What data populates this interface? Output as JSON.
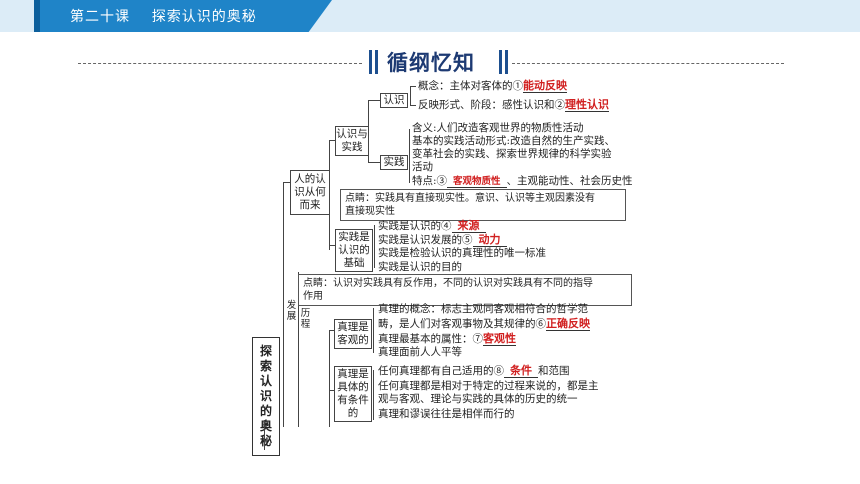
{
  "header": {
    "title": "第二十课    探索认识的奥秘"
  },
  "banner": {
    "title": "循纲忆知"
  },
  "root": "探索认识的奥秘",
  "branch_top": {
    "label": "人的认识从何而来",
    "practice_cognition": {
      "label": "认识与实践",
      "cognition": {
        "label": "认识",
        "concept_prefix": "概念：主体对客体的①",
        "concept_answer": "能动反映",
        "forms_prefix": "反映形式、阶段：感性认识和②",
        "forms_answer": "理性认识"
      },
      "practice": {
        "label": "实践",
        "meaning": "含义:人们改造客观世界的物质性活动",
        "forms_line1": "基本的实践活动形式:改造自然的生产实践、",
        "forms_line2": "变革社会的实践、探索世界规律的科学实验",
        "forms_line3": "活动",
        "features_prefix": "特点:③",
        "features_answer": "客观物质性",
        "features_suffix": "、主观能动性、社会历史性"
      }
    },
    "note1_line1": "点睛：实践具有直接现实性。意识、认识等主观因素没有",
    "note1_line2": "直接现实性",
    "basis": {
      "label": "实践是认识的基础",
      "item1_prefix": "实践是认识的④",
      "item1_answer": "来源",
      "item2_prefix": "实践是认识发展的⑤",
      "item2_answer": "动力",
      "item3": "实践是检验认识的真理性的唯一标准",
      "item4": "实践是认识的目的"
    },
    "note2_line1": "点睛：认识对实践具有反作用，不同的认识对实践具有不同的指导",
    "note2_line2": "作用"
  },
  "side_labels": {
    "develop": "发展",
    "process": "历程"
  },
  "truth": {
    "objective": {
      "label": "真理是客观的",
      "concept_line1": "真理的概念：标志主观同客观相符合的哲学范",
      "concept_line2_prefix": "畴，是人们对客观事物及其规律的⑥",
      "concept_answer": "正确反映",
      "attr_prefix": "真理最基本的属性：⑦",
      "attr_answer": "客观性",
      "equal": "真理面前人人平等"
    },
    "concrete": {
      "label": "真理是具体的有条件的",
      "scope_prefix": "任何真理都有自己适用的⑧",
      "scope_answer": "条件",
      "scope_suffix": "和范围",
      "process_line1": "任何真理都是相对于特定的过程来说的，都是主",
      "process_line2": "观与客观、理论与实践的具体的历史的统一",
      "error": "真理和谬误往往是相伴而行的"
    }
  }
}
